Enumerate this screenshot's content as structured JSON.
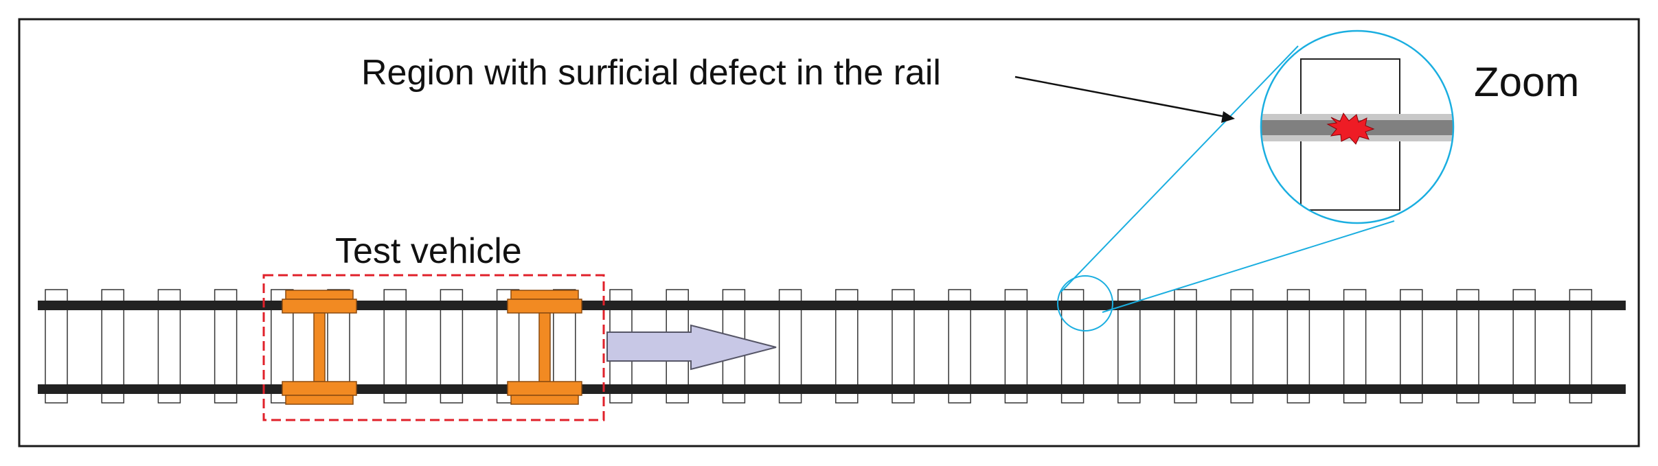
{
  "labels": {
    "defect_region": "Region with surficial defect in the rail",
    "zoom": "Zoom",
    "test_vehicle": "Test vehicle"
  },
  "colors": {
    "frame": "#1a1a1a",
    "rail": "#222222",
    "sleeper_fill": "#ffffff",
    "sleeper_stroke": "#333333",
    "wheelset": "#f28a22",
    "wheelset_stroke": "#8a4a10",
    "vehicle_box": "#e0202a",
    "direction_arrow": "#c8c8e6",
    "direction_arrow_stroke": "#555566",
    "zoom_lines": "#1aaee0",
    "zoom_rail_light": "#c8c8c8",
    "zoom_rail_dark": "#808080",
    "defect": "#ee1c25",
    "text": "#111111"
  },
  "icons": {
    "defect_marker": "starburst-icon",
    "direction": "right-arrow-icon",
    "wheelset": "wheelset-icon"
  }
}
